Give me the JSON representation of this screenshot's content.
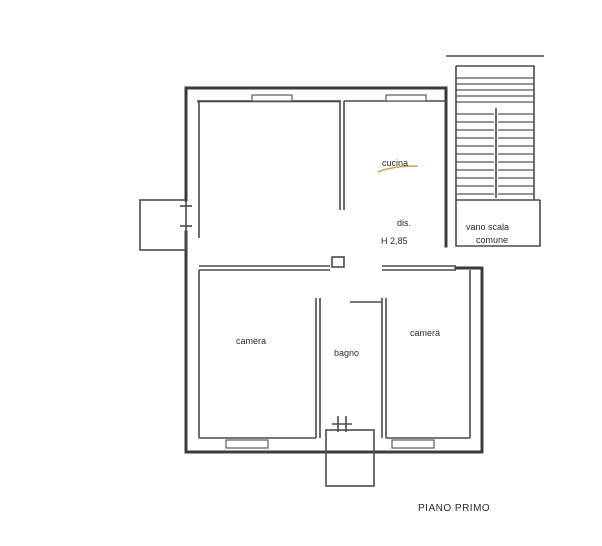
{
  "floor_plan": {
    "rooms": {
      "cucina": "cucina",
      "disimpegno": "dis.",
      "height": "H 2,85",
      "vano_scala_line1": "vano scala",
      "vano_scala_line2": "comune",
      "camera_left": "camera",
      "bagno": "bagno",
      "camera_right": "camera"
    },
    "floor_title": "PIANO PRIMO"
  }
}
